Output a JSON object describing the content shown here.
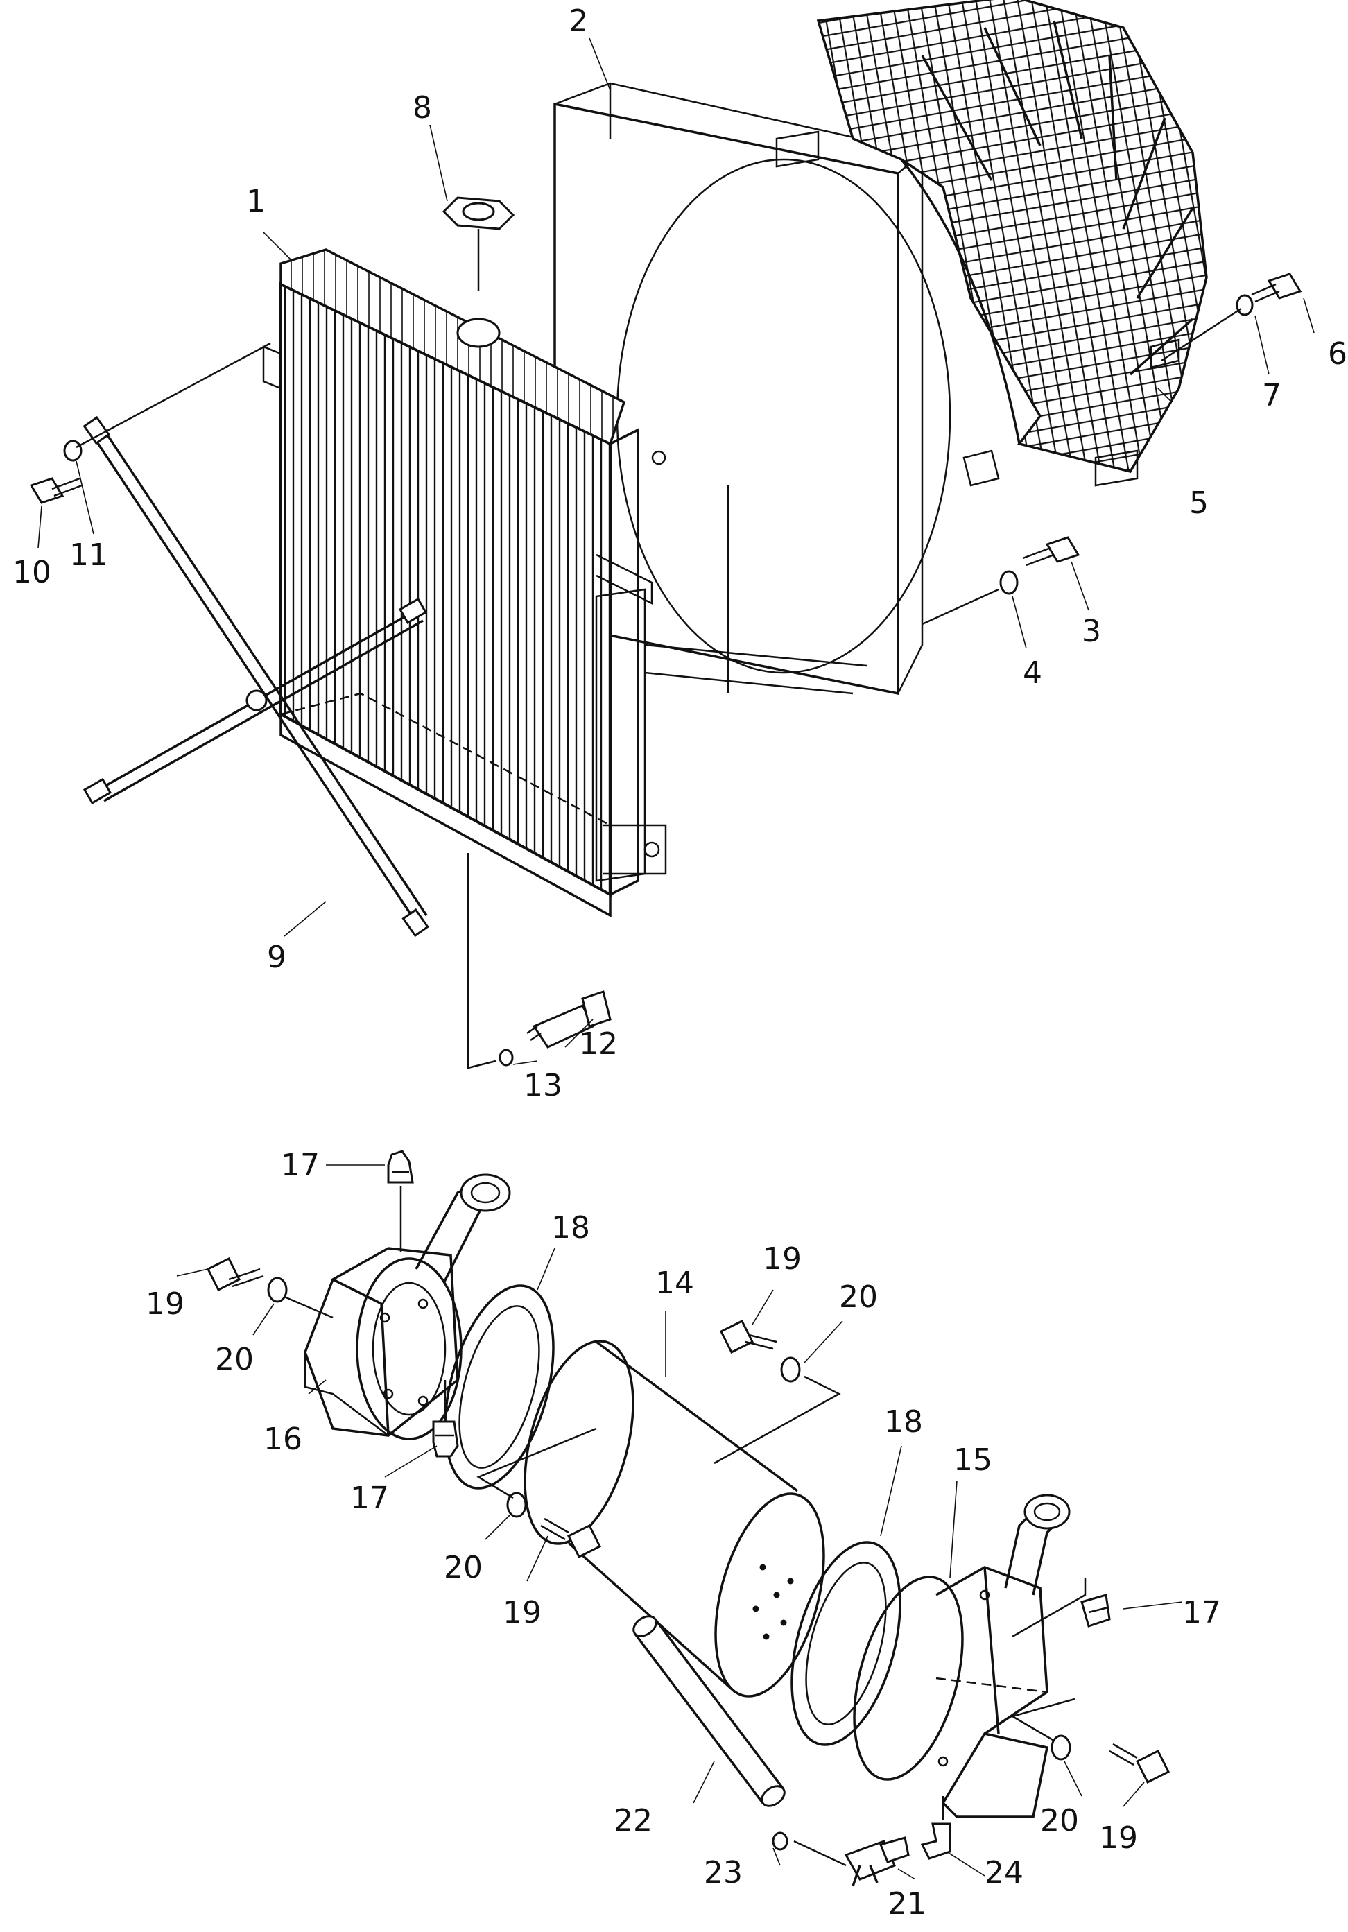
{
  "diagram": {
    "callouts": [
      "1",
      "2",
      "3",
      "4",
      "5",
      "6",
      "7",
      "8",
      "9",
      "10",
      "11",
      "12",
      "13",
      "14",
      "15",
      "16",
      "17",
      "17",
      "17",
      "18",
      "18",
      "19",
      "19",
      "19",
      "19",
      "20",
      "20",
      "20",
      "20",
      "21",
      "22",
      "23",
      "24"
    ]
  }
}
